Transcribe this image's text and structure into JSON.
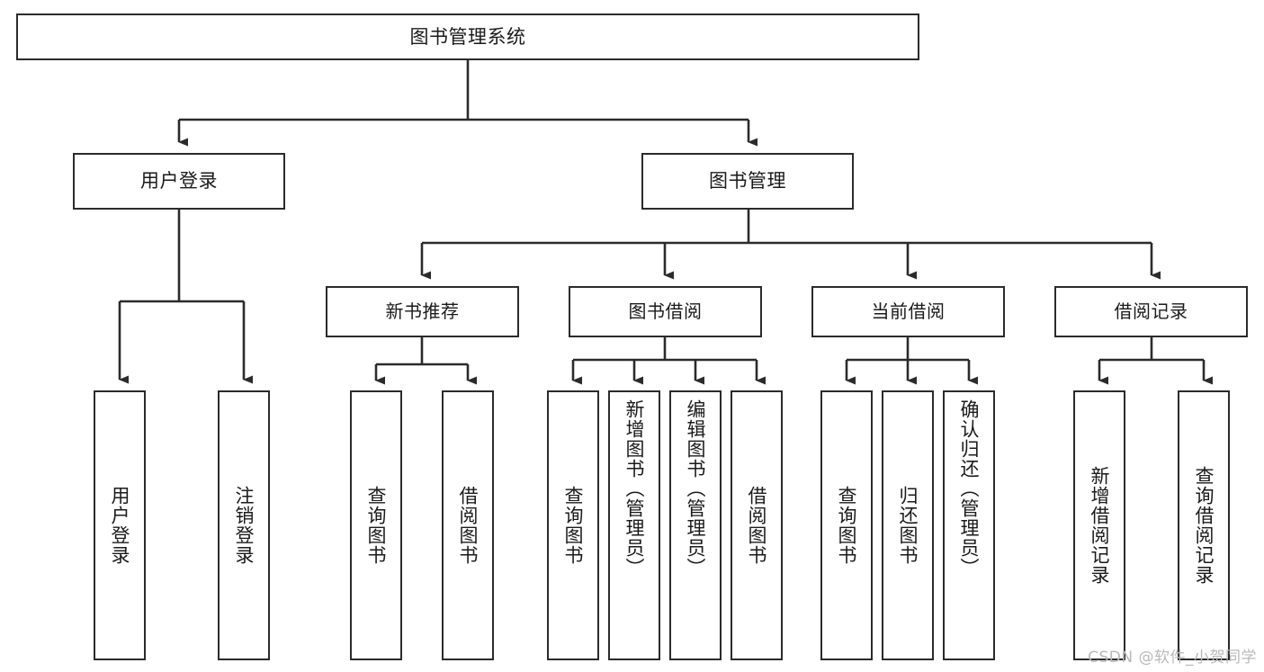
{
  "diagram": {
    "title": "图书管理系统",
    "watermark": "CSDN @软件_小贺同学",
    "line_color": "#2b2b2b",
    "box_fill": "#ffffff",
    "text_color": "#1a1a1a",
    "watermark_color": "#b9b9b9"
  },
  "nodes": {
    "root": {
      "label": "图书管理系统"
    },
    "branch": [
      {
        "label": "用户登录"
      },
      {
        "label": "图书管理"
      }
    ],
    "sub": [
      {
        "label": "新书推荐"
      },
      {
        "label": "图书借阅"
      },
      {
        "label": "当前借阅"
      },
      {
        "label": "借阅记录"
      }
    ],
    "leaves": {
      "user_login": [
        {
          "label": "用户登录"
        },
        {
          "label": "注销登录"
        }
      ],
      "new_book": [
        {
          "label": "查询图书"
        },
        {
          "label": "借阅图书"
        }
      ],
      "book_borrow": [
        {
          "label": "查询图书"
        },
        {
          "label": "新增图书（管理员）"
        },
        {
          "label": "编辑图书（管理员）"
        },
        {
          "label": "借阅图书"
        }
      ],
      "current_borrow": [
        {
          "label": "查询图书"
        },
        {
          "label": "归还图书"
        },
        {
          "label": "确认归还（管理员）"
        }
      ],
      "borrow_record": [
        {
          "label": "新增借阅记录"
        },
        {
          "label": "查询借阅记录"
        }
      ]
    }
  }
}
